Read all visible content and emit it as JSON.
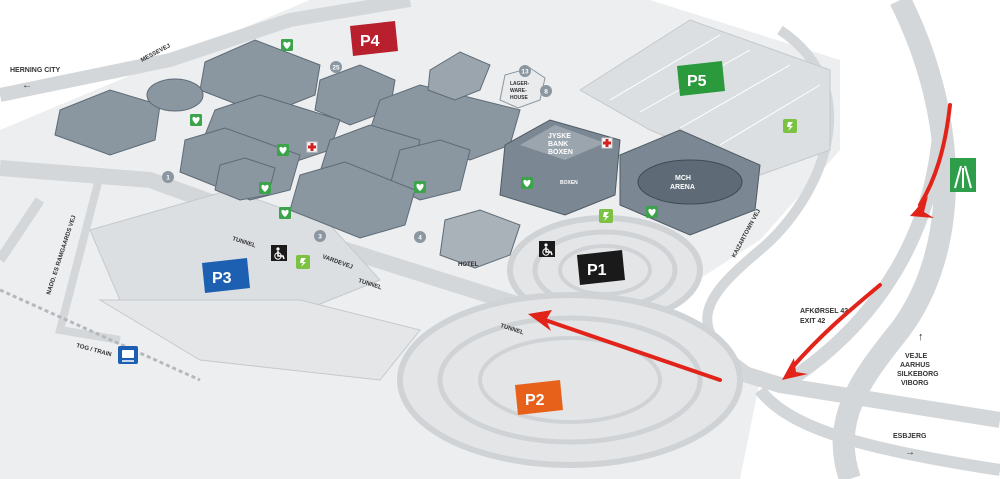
{
  "colors": {
    "background": "#ffffff",
    "ground": "#e9ebec",
    "road": "#d4d7da",
    "road_edge": "#c5c9cd",
    "building_top": "#8a96a0",
    "building_side": "#5e6b76",
    "p1": "#1a1a1a",
    "p2": "#e8611a",
    "p3": "#1d5fb0",
    "p4": "#b8202e",
    "p5": "#2b9a3c",
    "first_aid_red": "#d42121",
    "aed_green": "#3ba44a",
    "ev_green": "#7cc242",
    "arrow_red": "#e2231a",
    "motorway_green": "#2e9e4a",
    "train_blue": "#1d5fb0"
  },
  "parking": {
    "p1": "P1",
    "p2": "P2",
    "p3": "P3",
    "p4": "P4",
    "p5": "P5"
  },
  "place_labels": {
    "herning_city": "HERNING CITY",
    "messevej": "MESSEVEJ",
    "nadd": "NADD. ES RAMGAARDS VEJ",
    "vardevej": "VARDEVEJ",
    "kaizartown": "KAIZARTOWN VEJ",
    "hotel": "HOTEL",
    "lager_line1": "LAGER-",
    "lager_line2": "WARE-",
    "lager_line3": "HOUSE",
    "jyske_line1": "JYSKE",
    "jyske_line2": "BANK",
    "jyske_line3": "BOXEN",
    "boxen_sign": "BOXEN",
    "mch_line1": "MCH",
    "mch_line2": "ARENA",
    "tunnel_p3": "TUNNEL",
    "tunnel_vardevej": "TUNNEL",
    "tunnel_p2": "TUNNEL",
    "tog_train": "TOG / TRAIN",
    "afkorsel_line1": "AFKØRSEL 42",
    "afkorsel_line2": "EXIT 42",
    "vejle": "VEJLE",
    "aarhus": "AARHUS",
    "silkeborg": "SILKEBORG",
    "viborg": "VIBORG",
    "esbjerg": "ESBJERG"
  },
  "entrances": [
    {
      "id": "1",
      "label": "1"
    },
    {
      "id": "3",
      "label": "3"
    },
    {
      "id": "4",
      "label": "4"
    },
    {
      "id": "8",
      "label": "8"
    },
    {
      "id": "13",
      "label": "13"
    },
    {
      "id": "25",
      "label": "25"
    }
  ],
  "icons": {
    "first_aid": "first-aid-cross-icon",
    "aed": "aed-heart-icon",
    "ev_charging": "ev-charging-icon",
    "disabled_parking": "wheelchair-icon",
    "motorway": "motorway-icon",
    "train": "train-icon"
  }
}
